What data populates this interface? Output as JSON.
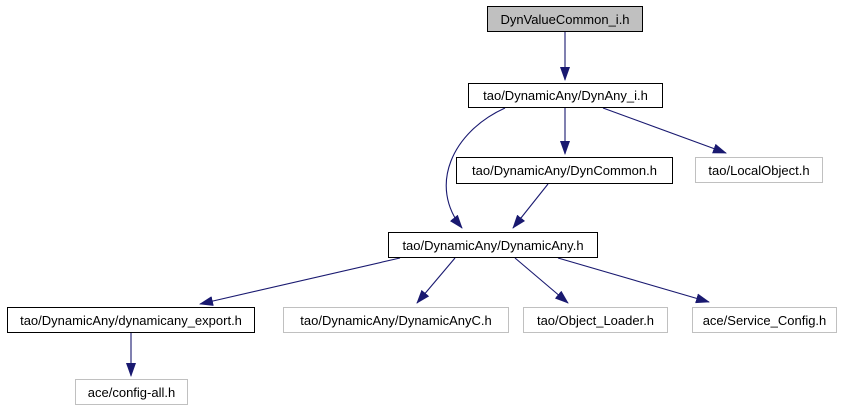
{
  "diagram": {
    "kind": "include-dependency-graph",
    "colors": {
      "edge": "#191970",
      "root_fill": "#c0c0c0",
      "node_fill": "#ffffff",
      "internal_border": "#000000",
      "leaf_border": "#c0c0c0",
      "text": "#000000",
      "background": "#ffffff"
    },
    "nodes": [
      {
        "id": "dynvaluecommon_i_h",
        "label": "DynValueCommon_i.h",
        "kind": "root"
      },
      {
        "id": "dynany_i_h",
        "label": "tao/DynamicAny/DynAny_i.h",
        "kind": "internal"
      },
      {
        "id": "dyncommon_h",
        "label": "tao/DynamicAny/DynCommon.h",
        "kind": "internal"
      },
      {
        "id": "localobject_h",
        "label": "tao/LocalObject.h",
        "kind": "leaf"
      },
      {
        "id": "dynamicany_h",
        "label": "tao/DynamicAny/DynamicAny.h",
        "kind": "internal"
      },
      {
        "id": "dynamicany_export_h",
        "label": "tao/DynamicAny/dynamicany_export.h",
        "kind": "internal"
      },
      {
        "id": "dynamicanyc_h",
        "label": "tao/DynamicAny/DynamicAnyC.h",
        "kind": "leaf"
      },
      {
        "id": "object_loader_h",
        "label": "tao/Object_Loader.h",
        "kind": "leaf"
      },
      {
        "id": "service_config_h",
        "label": "ace/Service_Config.h",
        "kind": "leaf"
      },
      {
        "id": "config_all_h",
        "label": "ace/config-all.h",
        "kind": "leaf"
      }
    ],
    "edges": [
      {
        "from": "DynValueCommon_i.h",
        "to": "tao/DynamicAny/DynAny_i.h"
      },
      {
        "from": "tao/DynamicAny/DynAny_i.h",
        "to": "tao/DynamicAny/DynCommon.h"
      },
      {
        "from": "tao/DynamicAny/DynAny_i.h",
        "to": "tao/LocalObject.h"
      },
      {
        "from": "tao/DynamicAny/DynAny_i.h",
        "to": "tao/DynamicAny/DynamicAny.h"
      },
      {
        "from": "tao/DynamicAny/DynCommon.h",
        "to": "tao/DynamicAny/DynamicAny.h"
      },
      {
        "from": "tao/DynamicAny/DynamicAny.h",
        "to": "tao/DynamicAny/dynamicany_export.h"
      },
      {
        "from": "tao/DynamicAny/DynamicAny.h",
        "to": "tao/DynamicAny/DynamicAnyC.h"
      },
      {
        "from": "tao/DynamicAny/DynamicAny.h",
        "to": "tao/Object_Loader.h"
      },
      {
        "from": "tao/DynamicAny/DynamicAny.h",
        "to": "ace/Service_Config.h"
      },
      {
        "from": "tao/DynamicAny/dynamicany_export.h",
        "to": "ace/config-all.h"
      }
    ]
  }
}
